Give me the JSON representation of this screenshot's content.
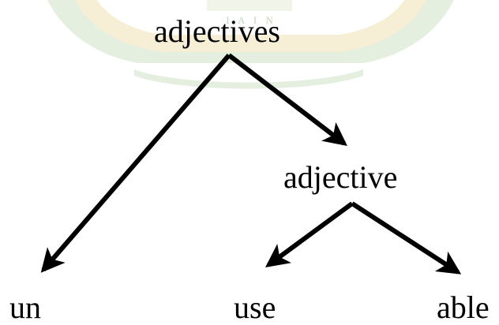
{
  "colors": {
    "ink": "#000000",
    "watermark_green": "#cfe3c8",
    "watermark_gold": "#efe3b5",
    "background": "#ffffff"
  },
  "tree": {
    "root": "adjectives",
    "child": "adjective",
    "leaves": [
      "un",
      "use",
      "able"
    ]
  },
  "watermark": {
    "text": "I A I N",
    "icon": "institution-seal-icon"
  }
}
